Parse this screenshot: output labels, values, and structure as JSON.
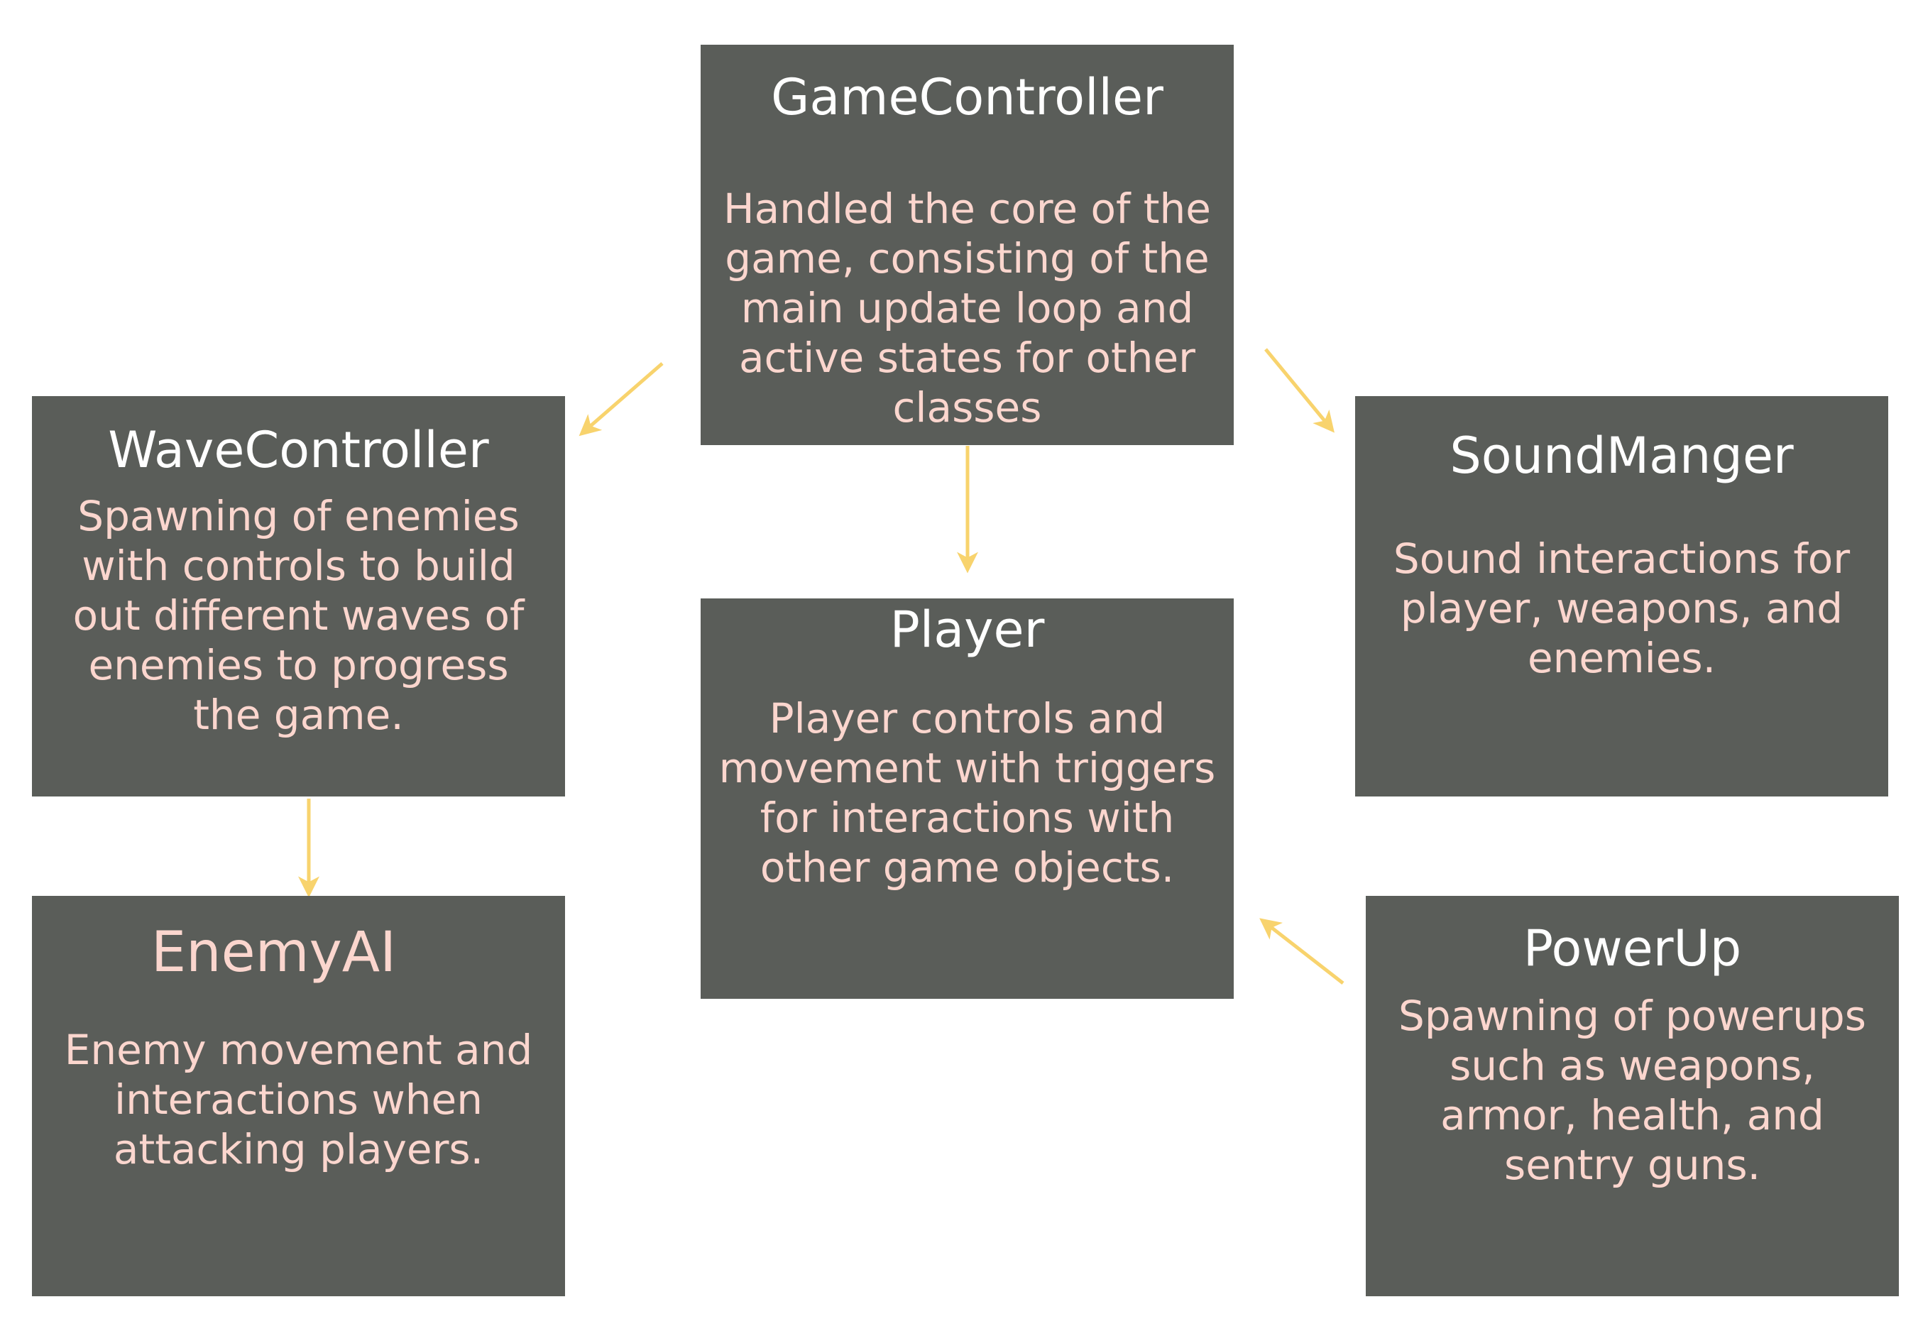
{
  "colors": {
    "box": "#5a5d59",
    "title": "#ffffff",
    "enemyai_title": "#fbd6ce",
    "description": "#fbd6ce",
    "arrow": "#f8d36d",
    "background": "#ffffff"
  },
  "nodes": {
    "game_controller": {
      "title": "GameController",
      "description": "Handled the core of the game, consisting of the main update loop and active states for other classes"
    },
    "wave_controller": {
      "title": "WaveController",
      "description": "Spawning of enemies with controls to build out different waves of enemies to progress the game."
    },
    "player": {
      "title": "Player",
      "description": "Player controls and movement with triggers for interactions with other game objects."
    },
    "sound_manager": {
      "title": "SoundManger",
      "description": "Sound interactions for player, weapons, and enemies."
    },
    "enemy_ai": {
      "title": "EnemyAI",
      "description": "Enemy movement and interactions when attacking players."
    },
    "power_up": {
      "title": "PowerUp",
      "description": "Spawning of powerups such as weapons, armor, health, and sentry guns."
    }
  },
  "edges": [
    {
      "from": "GameController",
      "to": "WaveController"
    },
    {
      "from": "GameController",
      "to": "Player"
    },
    {
      "from": "GameController",
      "to": "SoundManger"
    },
    {
      "from": "WaveController",
      "to": "EnemyAI"
    },
    {
      "from": "PowerUp",
      "to": "Player"
    }
  ]
}
